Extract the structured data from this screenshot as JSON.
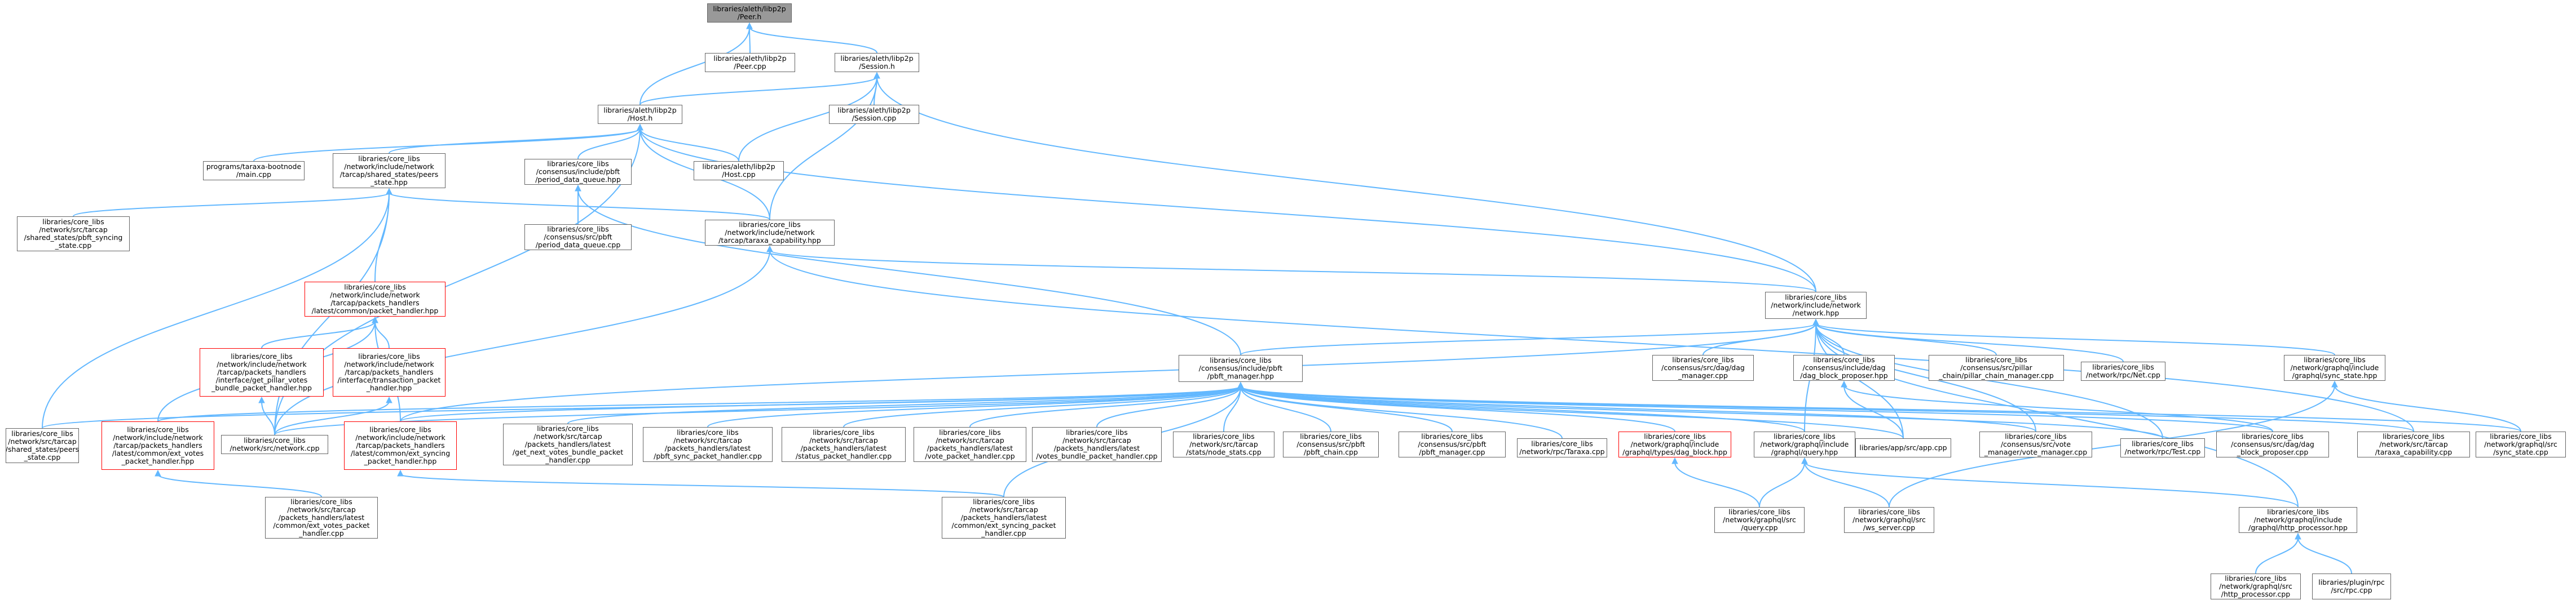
{
  "colors": {
    "edge": "#63b8ff",
    "node_border": "#666666",
    "highlight_border": "#ff0000",
    "root_fill": "#999999"
  },
  "nodes": {
    "n1": {
      "lines": [
        "libraries/aleth/libp2p",
        "/Peer.h"
      ],
      "style": "root"
    },
    "n2": {
      "lines": [
        "libraries/aleth/libp2p",
        "/Peer.cpp"
      ]
    },
    "n3": {
      "lines": [
        "libraries/aleth/libp2p",
        "/Session.h"
      ]
    },
    "n4": {
      "lines": [
        "libraries/aleth/libp2p",
        "/Host.h"
      ]
    },
    "n5": {
      "lines": [
        "libraries/aleth/libp2p",
        "/Session.cpp"
      ]
    },
    "n6": {
      "lines": [
        "libraries/core_libs",
        "/network/include/network",
        "/network.hpp"
      ]
    },
    "n7": {
      "lines": [
        "programs/taraxa-bootnode",
        "/main.cpp"
      ]
    },
    "n8": {
      "lines": [
        "libraries/core_libs",
        "/network/include/network",
        "/tarcap/shared_states/peers",
        "_state.hpp"
      ]
    },
    "n9": {
      "lines": [
        "libraries/core_libs",
        "/consensus/include/pbft",
        "/period_data_queue.hpp"
      ]
    },
    "n10": {
      "lines": [
        "libraries/aleth/libp2p",
        "/Host.cpp"
      ]
    },
    "n11": {
      "lines": [
        "libraries/core_libs",
        "/network/src/tarcap",
        "/shared_states/pbft_syncing",
        "_state.cpp"
      ]
    },
    "n12": {
      "lines": [
        "libraries/core_libs",
        "/consensus/src/pbft",
        "/period_data_queue.cpp"
      ]
    },
    "n13": {
      "lines": [
        "libraries/core_libs",
        "/network/include/network",
        "/tarcap/taraxa_capability.hpp"
      ]
    },
    "n14": {
      "lines": [
        "libraries/core_libs",
        "/network/include/network",
        "/tarcap/packets_handlers",
        "/latest/common/packet_handler.hpp"
      ],
      "style": "red"
    },
    "n15": {
      "lines": [
        "libraries/core_libs",
        "/network/include/network",
        "/tarcap/packets_handlers",
        "/interface/get_pillar_votes",
        "_bundle_packet_handler.hpp"
      ],
      "style": "red"
    },
    "n16": {
      "lines": [
        "libraries/core_libs",
        "/network/include/network",
        "/tarcap/packets_handlers",
        "/interface/transaction_packet",
        "_handler.hpp"
      ],
      "style": "red"
    },
    "n17": {
      "lines": [
        "libraries/core_libs",
        "/consensus/src/dag/dag",
        "_manager.cpp"
      ]
    },
    "n18": {
      "lines": [
        "libraries/core_libs",
        "/consensus/include/dag",
        "/dag_block_proposer.hpp"
      ]
    },
    "n19": {
      "lines": [
        "libraries/core_libs",
        "/consensus/src/pillar",
        "_chain/pillar_chain_manager.cpp"
      ]
    },
    "n20": {
      "lines": [
        "libraries/core_libs",
        "/network/rpc/Net.cpp"
      ]
    },
    "n21": {
      "lines": [
        "libraries/core_libs",
        "/network/graphql/include",
        "/graphql/sync_state.hpp"
      ]
    },
    "n22": {
      "lines": [
        "libraries/core_libs",
        "/consensus/include/pbft",
        "/pbft_manager.hpp"
      ]
    },
    "n23": {
      "lines": [
        "libraries/core_libs",
        "/network/src/tarcap",
        "/shared_states/peers",
        "_state.cpp"
      ]
    },
    "n24": {
      "lines": [
        "libraries/core_libs",
        "/network/include/network",
        "/tarcap/packets_handlers",
        "/latest/common/ext_votes",
        "_packet_handler.hpp"
      ],
      "style": "red"
    },
    "n25": {
      "lines": [
        "libraries/core_libs",
        "/network/src/network.cpp"
      ]
    },
    "n26": {
      "lines": [
        "libraries/core_libs",
        "/network/include/network",
        "/tarcap/packets_handlers",
        "/latest/common/ext_syncing",
        "_packet_handler.hpp"
      ],
      "style": "red"
    },
    "n27": {
      "lines": [
        "libraries/core_libs",
        "/network/src/tarcap",
        "/packets_handlers/latest",
        "/get_next_votes_bundle_packet",
        "_handler.cpp"
      ]
    },
    "n28": {
      "lines": [
        "libraries/core_libs",
        "/network/src/tarcap",
        "/packets_handlers/latest",
        "/pbft_sync_packet_handler.cpp"
      ]
    },
    "n29": {
      "lines": [
        "libraries/core_libs",
        "/network/src/tarcap",
        "/packets_handlers/latest",
        "/status_packet_handler.cpp"
      ]
    },
    "n30": {
      "lines": [
        "libraries/core_libs",
        "/network/src/tarcap",
        "/packets_handlers/latest",
        "/vote_packet_handler.cpp"
      ]
    },
    "n31": {
      "lines": [
        "libraries/core_libs",
        "/network/src/tarcap",
        "/packets_handlers/latest",
        "/votes_bundle_packet_handler.cpp"
      ]
    },
    "n32": {
      "lines": [
        "libraries/core_libs",
        "/network/src/tarcap",
        "/stats/node_stats.cpp"
      ]
    },
    "n33": {
      "lines": [
        "libraries/core_libs",
        "/consensus/src/pbft",
        "/pbft_chain.cpp"
      ]
    },
    "n34": {
      "lines": [
        "libraries/core_libs",
        "/consensus/src/pbft",
        "/pbft_manager.cpp"
      ]
    },
    "n35": {
      "lines": [
        "libraries/core_libs",
        "/network/rpc/Taraxa.cpp"
      ]
    },
    "n36": {
      "lines": [
        "libraries/core_libs",
        "/network/graphql/include",
        "/graphql/types/dag_block.hpp"
      ],
      "style": "red"
    },
    "n37": {
      "lines": [
        "libraries/core_libs",
        "/network/graphql/include",
        "/graphql/query.hpp"
      ]
    },
    "n38": {
      "lines": [
        "libraries/app/src/app.cpp"
      ]
    },
    "n39": {
      "lines": [
        "libraries/core_libs",
        "/consensus/src/vote",
        "_manager/vote_manager.cpp"
      ]
    },
    "n40": {
      "lines": [
        "libraries/core_libs",
        "/network/rpc/Test.cpp"
      ]
    },
    "n41": {
      "lines": [
        "libraries/core_libs",
        "/consensus/src/dag/dag",
        "_block_proposer.cpp"
      ]
    },
    "n42": {
      "lines": [
        "libraries/core_libs",
        "/network/src/tarcap",
        "/taraxa_capability.cpp"
      ]
    },
    "n43": {
      "lines": [
        "libraries/core_libs",
        "/network/graphql/src",
        "/sync_state.cpp"
      ]
    },
    "n44": {
      "lines": [
        "libraries/core_libs",
        "/network/src/tarcap",
        "/packets_handlers/latest",
        "/common/ext_votes_packet",
        "_handler.cpp"
      ]
    },
    "n45": {
      "lines": [
        "libraries/core_libs",
        "/network/src/tarcap",
        "/packets_handlers/latest",
        "/common/ext_syncing_packet",
        "_handler.cpp"
      ]
    },
    "n46": {
      "lines": [
        "libraries/core_libs",
        "/network/graphql/src",
        "/query.cpp"
      ]
    },
    "n47": {
      "lines": [
        "libraries/core_libs",
        "/network/graphql/src",
        "/ws_server.cpp"
      ]
    },
    "n48": {
      "lines": [
        "libraries/core_libs",
        "/network/graphql/include",
        "/graphql/http_processor.hpp"
      ]
    },
    "n49": {
      "lines": [
        "libraries/core_libs",
        "/network/graphql/src",
        "/http_processor.cpp"
      ]
    },
    "n50": {
      "lines": [
        "libraries/plugin/rpc",
        "/src/rpc.cpp"
      ]
    }
  }
}
